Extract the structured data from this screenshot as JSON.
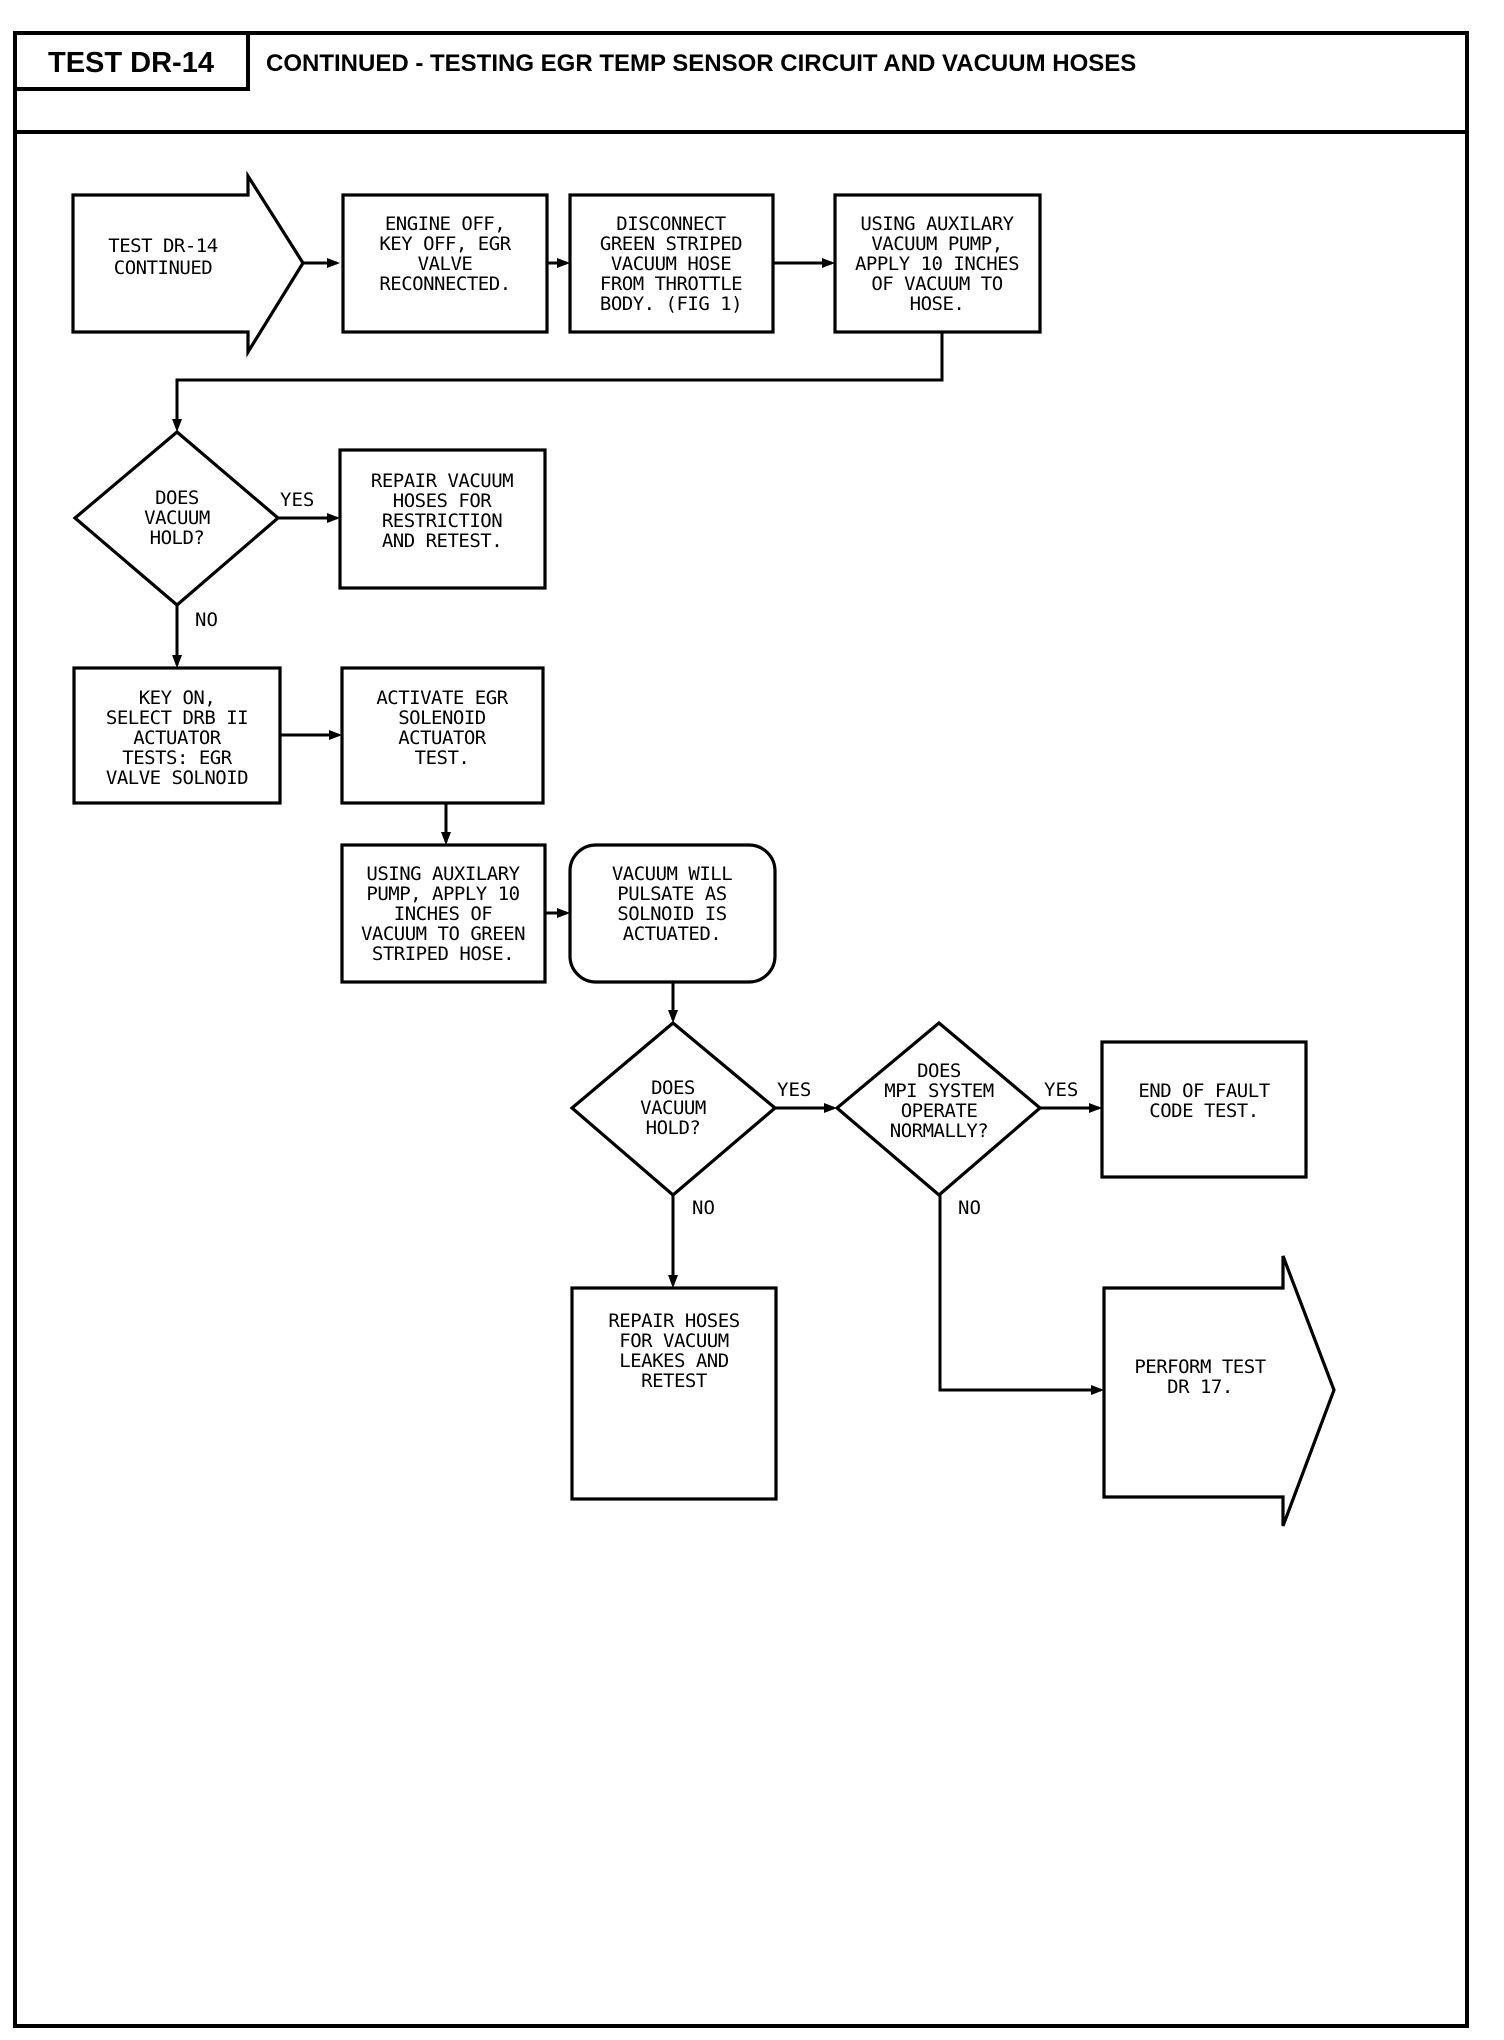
{
  "header": {
    "test_id": "TEST DR-14",
    "title": "CONTINUED - TESTING EGR TEMP SENSOR CIRCUIT AND VACUUM HOSES"
  },
  "flowchart": {
    "nodes": {
      "start": {
        "type": "entry-arrow",
        "lines": [
          "TEST DR-14",
          "CONTINUED"
        ]
      },
      "engine_off": {
        "type": "process",
        "lines": [
          "ENGINE OFF,",
          "KEY OFF, EGR",
          "VALVE",
          "RECONNECTED."
        ]
      },
      "disconnect_hose": {
        "type": "process",
        "lines": [
          "DISCONNECT",
          "GREEN STRIPED",
          "VACUUM HOSE",
          "FROM THROTTLE",
          "BODY. (FIG 1)"
        ]
      },
      "apply_vacuum": {
        "type": "process",
        "lines": [
          "USING AUXILARY",
          "VACUUM PUMP,",
          "APPLY 10 INCHES",
          "OF VACUUM TO",
          "HOSE."
        ]
      },
      "vacuum_hold_1": {
        "type": "decision",
        "lines": [
          "DOES",
          "VACUUM",
          "HOLD?"
        ]
      },
      "repair_restriction": {
        "type": "process",
        "lines": [
          "REPAIR VACUUM",
          "HOSES FOR",
          "RESTRICTION",
          "AND RETEST."
        ]
      },
      "key_on": {
        "type": "process",
        "lines": [
          "KEY ON,",
          "SELECT DRB II",
          "ACTUATOR",
          "TESTS: EGR",
          "VALVE SOLNOID"
        ]
      },
      "activate_solenoid": {
        "type": "process",
        "lines": [
          "ACTIVATE EGR",
          "SOLENOID",
          "ACTUATOR",
          "TEST."
        ]
      },
      "apply_vacuum_green": {
        "type": "process",
        "lines": [
          "USING AUXILARY",
          "PUMP, APPLY 10",
          "INCHES OF",
          "VACUUM TO GREEN",
          "STRIPED HOSE."
        ]
      },
      "vacuum_pulsate": {
        "type": "terminal",
        "lines": [
          "VACUUM WILL",
          "PULSATE AS",
          "SOLNOID IS",
          "ACTUATED."
        ]
      },
      "vacuum_hold_2": {
        "type": "decision",
        "lines": [
          "DOES",
          "VACUUM",
          "HOLD?"
        ]
      },
      "mpi_normal": {
        "type": "decision",
        "lines": [
          "DOES",
          "MPI SYSTEM",
          "OPERATE",
          "NORMALLY?"
        ]
      },
      "end_test": {
        "type": "process",
        "lines": [
          "END OF FAULT",
          "CODE TEST."
        ]
      },
      "repair_leaks": {
        "type": "process",
        "lines": [
          "REPAIR HOSES",
          "FOR VACUUM",
          "LEAKES AND",
          "RETEST"
        ]
      },
      "perform_dr17": {
        "type": "exit-arrow",
        "lines": [
          "PERFORM TEST",
          "DR 17."
        ]
      }
    },
    "edges": [
      {
        "from": "start",
        "to": "engine_off",
        "label": ""
      },
      {
        "from": "engine_off",
        "to": "disconnect_hose",
        "label": ""
      },
      {
        "from": "disconnect_hose",
        "to": "apply_vacuum",
        "label": ""
      },
      {
        "from": "apply_vacuum",
        "to": "vacuum_hold_1",
        "label": ""
      },
      {
        "from": "vacuum_hold_1",
        "to": "repair_restriction",
        "label": "YES"
      },
      {
        "from": "vacuum_hold_1",
        "to": "key_on",
        "label": "NO"
      },
      {
        "from": "key_on",
        "to": "activate_solenoid",
        "label": ""
      },
      {
        "from": "activate_solenoid",
        "to": "apply_vacuum_green",
        "label": ""
      },
      {
        "from": "apply_vacuum_green",
        "to": "vacuum_pulsate",
        "label": ""
      },
      {
        "from": "vacuum_pulsate",
        "to": "vacuum_hold_2",
        "label": ""
      },
      {
        "from": "vacuum_hold_2",
        "to": "mpi_normal",
        "label": "YES"
      },
      {
        "from": "vacuum_hold_2",
        "to": "repair_leaks",
        "label": "NO"
      },
      {
        "from": "mpi_normal",
        "to": "end_test",
        "label": "YES"
      },
      {
        "from": "mpi_normal",
        "to": "perform_dr17",
        "label": "NO"
      }
    ]
  },
  "labels": {
    "yes": "YES",
    "no": "NO"
  }
}
